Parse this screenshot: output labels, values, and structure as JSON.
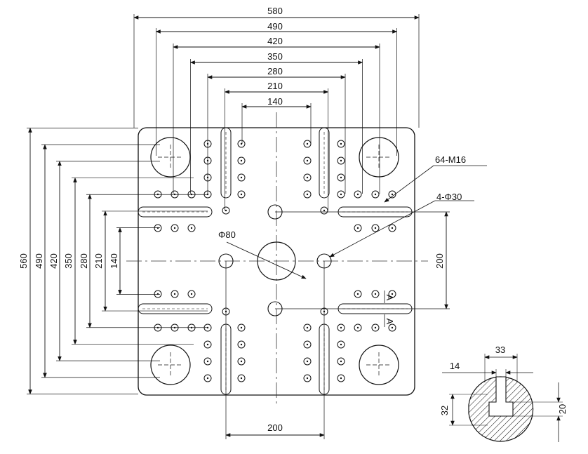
{
  "diagram": {
    "top_dimensions": [
      "580",
      "490",
      "420",
      "350",
      "280",
      "210",
      "140"
    ],
    "left_dimensions": [
      "560",
      "490",
      "420",
      "350",
      "280",
      "210",
      "140"
    ],
    "right_dimension": "200",
    "bottom_dimension": "200",
    "callouts": {
      "tapped_holes": "64-M16",
      "bolt_holes": "4-Φ30",
      "center_hole": "Φ80"
    },
    "section_detail": {
      "top_width": "33",
      "slot_width": "14",
      "left_height": "32",
      "right_height": "20"
    },
    "section_mark": "A"
  }
}
